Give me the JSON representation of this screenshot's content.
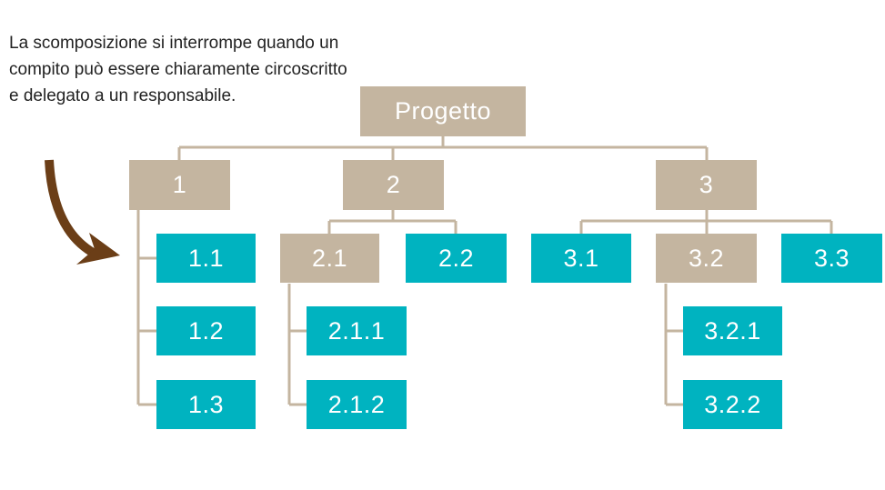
{
  "note": "La scomposizione si interrompe quando un compito può essere chiaramente circoscritto e delegato a un responsabile.",
  "colors": {
    "branch": "#c4b5a0",
    "leaf": "#00b3c0",
    "connector": "#c4b5a0",
    "arrow": "#6b3e17",
    "text": "#222222"
  },
  "tree": {
    "root": "Progetto",
    "level1": [
      "1",
      "2",
      "3"
    ],
    "sub_1": [
      "1.1",
      "1.2",
      "1.3"
    ],
    "sub_2": [
      "2.1",
      "2.2"
    ],
    "sub_2_1": [
      "2.1.1",
      "2.1.2"
    ],
    "sub_3": [
      "3.1",
      "3.2",
      "3.3"
    ],
    "sub_3_2": [
      "3.2.1",
      "3.2.2"
    ]
  }
}
